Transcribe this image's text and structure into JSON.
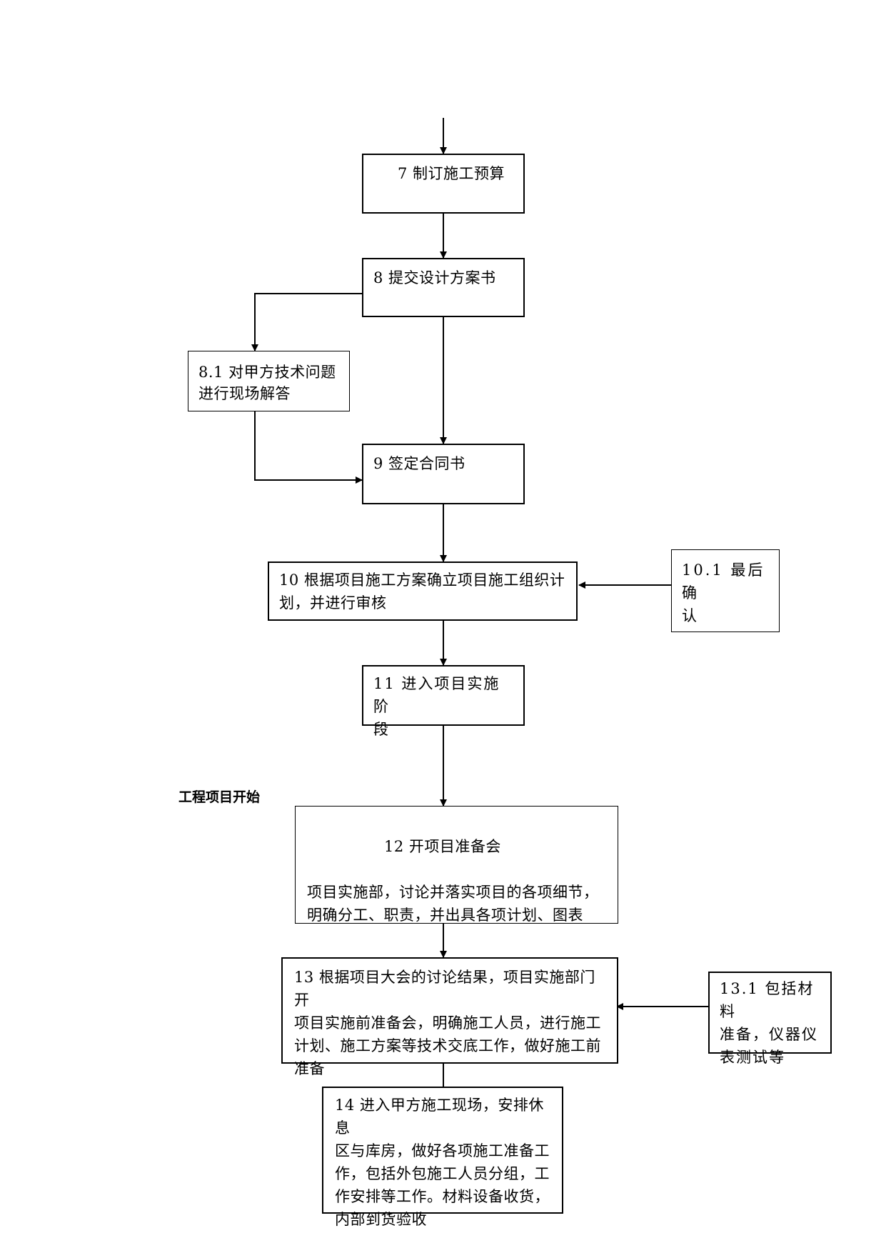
{
  "section_label": "工程项目开始",
  "steps": {
    "s7": "7 制订施工预算",
    "s8": "8 提交设计方案书",
    "s8_1": "8.1 对甲方技术问题\n进行现场解答",
    "s9": "9 签定合同书",
    "s10": "10 根据项目施工方案确立项目施工组织计\n划，并进行审核",
    "s10_1": "10.1 最后确\n认",
    "s11": "11 进入项目实施阶\n段",
    "s12_title": "12 开项目准备会",
    "s12_body": "项目实施部，讨论并落实项目的各项细节，\n明确分工、职责，并出具各项计划、图表",
    "s13": "13 根据项目大会的讨论结果，项目实施部门开\n项目实施前准备会，明确施工人员，进行施工\n计划、施工方案等技术交底工作，做好施工前\n准备",
    "s13_1": "13.1 包括材料\n准备，仪器仪\n表测试等",
    "s14": "14 进入甲方施工现场，安排休息\n区与库房，做好各项施工准备工\n作，包括外包施工人员分组，工\n作安排等工作。材料设备收货，\n内部到货验收"
  }
}
